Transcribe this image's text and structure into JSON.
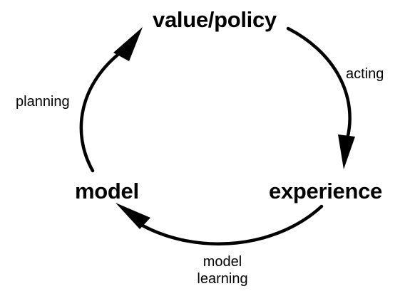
{
  "nodes": {
    "value_policy": "value/policy",
    "experience": "experience",
    "model": "model"
  },
  "edges": {
    "acting": "acting",
    "planning": "planning",
    "model_learning": [
      "model",
      "learning"
    ]
  },
  "colors": {
    "stroke": "#000000",
    "background": "#ffffff"
  }
}
